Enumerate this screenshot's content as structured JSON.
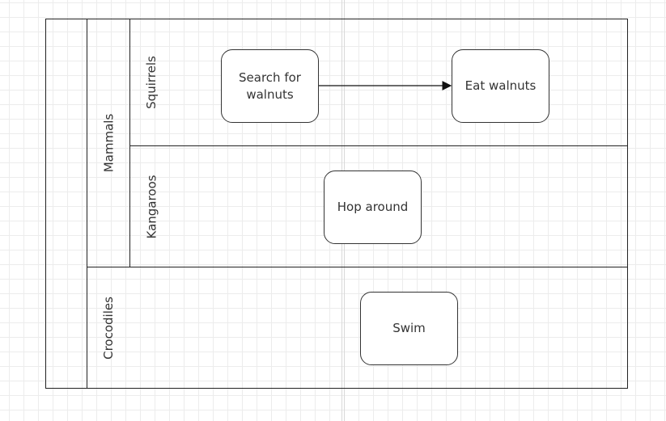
{
  "diagram": {
    "pool": {
      "label": "",
      "groups": [
        {
          "label": "Mammals",
          "lanes": [
            {
              "label": "Squirrels"
            },
            {
              "label": "Kangaroos"
            }
          ]
        },
        {
          "label": "Crocodiles",
          "lanes": []
        }
      ]
    },
    "tasks": {
      "search_walnuts": "Search for\nwalnuts",
      "eat_walnuts": "Eat walnuts",
      "hop_around": "Hop around",
      "swim": "Swim"
    },
    "edges": [
      {
        "from": "search_walnuts",
        "to": "eat_walnuts"
      }
    ],
    "colors": {
      "stroke": "#222222",
      "text": "#333333",
      "grid": "#ececec"
    }
  }
}
